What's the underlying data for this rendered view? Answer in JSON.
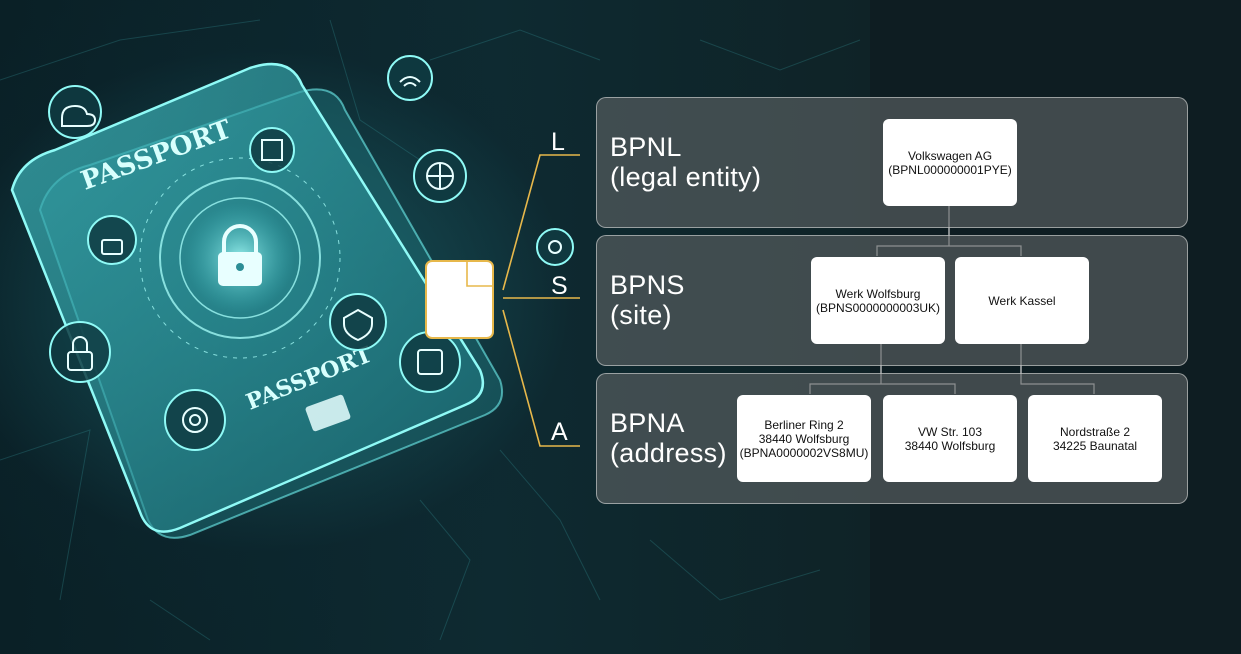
{
  "illustration": {
    "passport_text_top": "PASSPORT",
    "passport_text_bottom": "PASSPORT"
  },
  "connector_letters": {
    "legal": "L",
    "site": "S",
    "address": "A"
  },
  "bands": {
    "legal": {
      "line1": "BPNL",
      "line2": "(legal entity)"
    },
    "site": {
      "line1": "BPNS",
      "line2": "(site)"
    },
    "address": {
      "line1": "BPNA",
      "line2": "(address)"
    }
  },
  "nodes": {
    "legal_entity": {
      "line1": "Volkswagen AG",
      "line2": "(BPNL000000001PYE)"
    },
    "site_wolfsburg": {
      "line1": "Werk Wolfsburg",
      "line2": "(BPNS0000000003UK)"
    },
    "site_kassel": {
      "line1": "Werk Kassel"
    },
    "address_berliner": {
      "line1": "Berliner Ring 2",
      "line2": "38440 Wolfsburg",
      "line3": "(BPNA0000002VS8MU)"
    },
    "address_vw": {
      "line1": "VW Str. 103",
      "line2": "38440 Wolfsburg"
    },
    "address_nord": {
      "line1": "Nordstraße 2",
      "line2": "34225 Baunatal"
    }
  },
  "colors": {
    "connector_gold": "#e7b84b",
    "glow_cyan": "#4fe0e0"
  },
  "icons": [
    "cloud-icon",
    "wifi-icon",
    "grid-icon",
    "globe-icon",
    "lock-icon",
    "gear-icon",
    "shield-icon",
    "chip-icon"
  ]
}
